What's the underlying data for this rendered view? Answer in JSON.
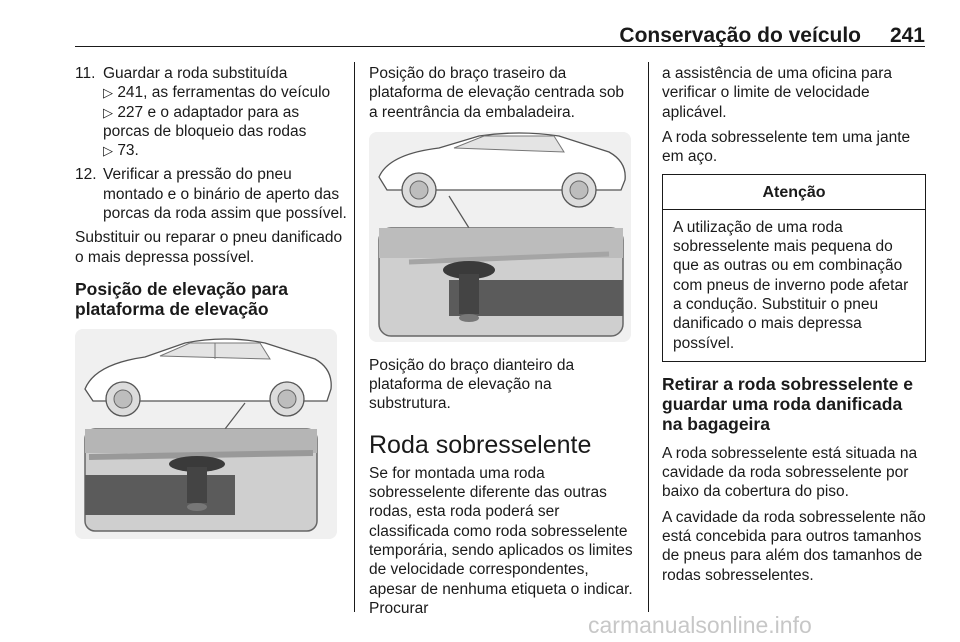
{
  "header": {
    "title": "Conservação do veículo",
    "page": "241"
  },
  "col1": {
    "item11_num": "11.",
    "item11_a": "Guardar a roda substituída",
    "item11_b": "241, as ferramentas do veículo",
    "item11_c": "227 e o adaptador para as",
    "item11_d": "porcas de bloqueio das rodas",
    "item11_e": "73.",
    "item12_num": "12.",
    "item12_text": "Verificar a pressão do pneu montado e o binário de aperto das porcas da roda assim que possível.",
    "para": "Substituir ou reparar o pneu danificado o mais depressa possível.",
    "heading": "Posição de elevação para plataforma de elevação"
  },
  "col2": {
    "caption_rear": "Posição do braço traseiro da plataforma de elevação centrada sob a reentrância da embaladeira.",
    "caption_front": "Posição do braço dianteiro da plataforma de elevação na substrutura.",
    "heading": "Roda sobresselente",
    "para": "Se for montada uma roda sobresselente diferente das outras rodas, esta roda poderá ser classificada como roda sobresselente temporária, sendo aplicados os limites de velocidade correspondentes, apesar de nenhuma etiqueta o indicar. Procurar"
  },
  "col3": {
    "para1": "a assistência de uma oficina para verificar o limite de velocidade aplicável.",
    "para2": "A roda sobresselente tem uma jante em aço.",
    "warn_title": "Atenção",
    "warn_body": "A utilização de uma roda sobresselente mais pequena do que as outras ou em combinação com pneus de inverno pode afetar a condução. Substituir o pneu danificado o mais depressa possível.",
    "heading": "Retirar a roda sobresselente e guardar uma roda danificada na bagageira",
    "para3": "A roda sobresselente está situada na cavidade da roda sobresselente por baixo da cobertura do piso.",
    "para4": "A cavidade da roda sobresselente não está concebida para outros tamanhos de pneus para além dos tamanhos de rodas sobresselentes."
  },
  "ref_icon": "arrow-ref-icon",
  "watermark": "carmanualsonline.info"
}
